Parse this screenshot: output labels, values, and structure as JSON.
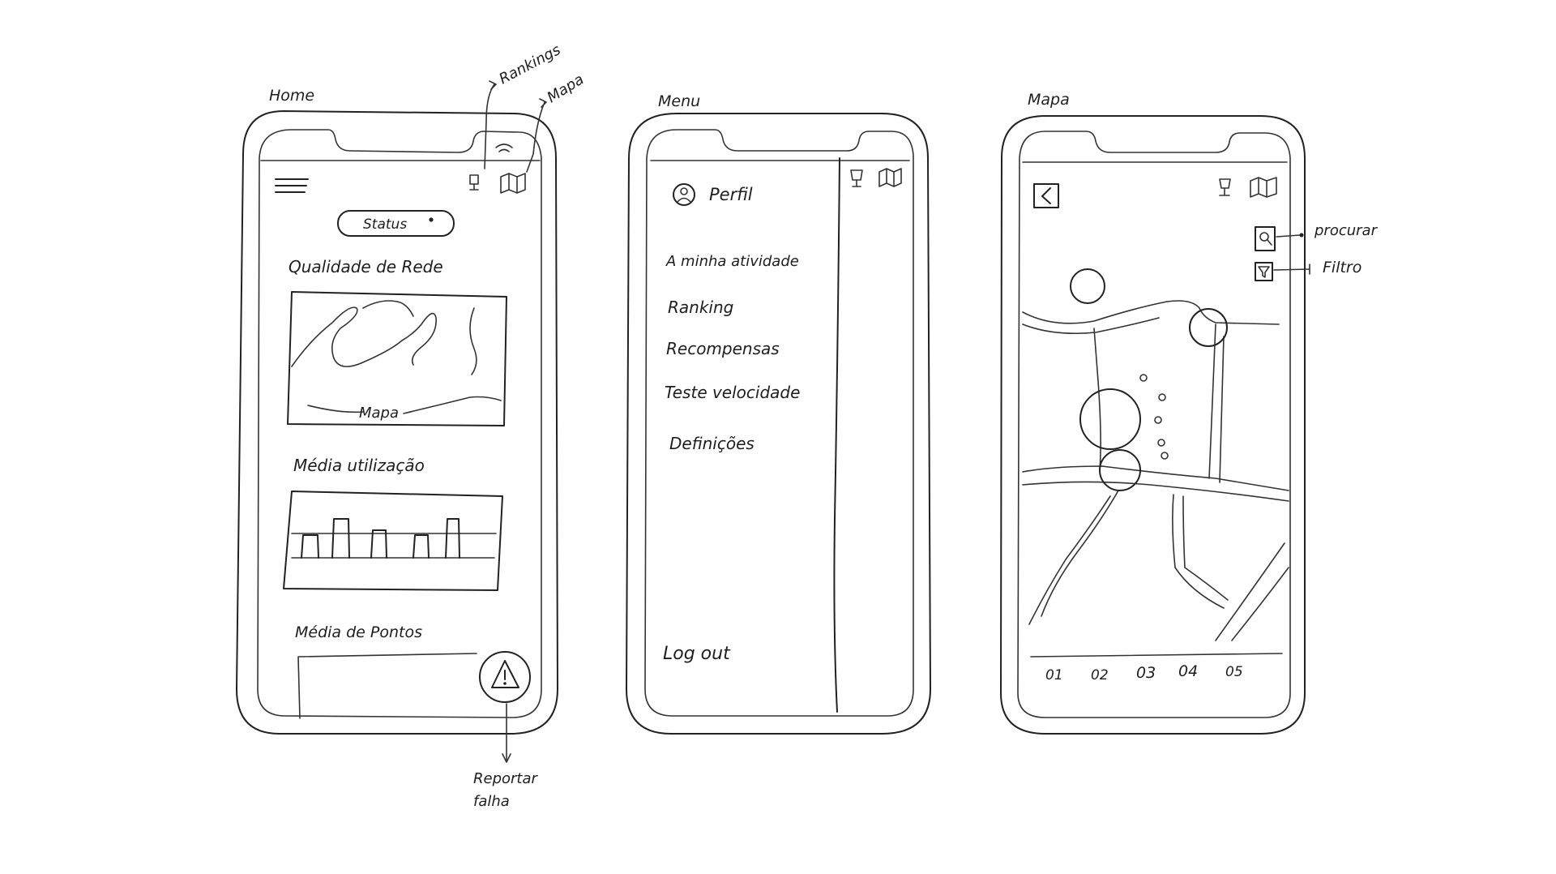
{
  "screens": {
    "home": {
      "title": "Home",
      "status_label": "Status",
      "section_network_quality": "Qualidade de Rede",
      "map_label": "Mapa",
      "section_usage": "Média utilização",
      "section_points": "Média de Pontos"
    },
    "menu": {
      "title": "Menu",
      "profile_label": "Perfil",
      "items": [
        "A minha atividade",
        "Ranking",
        "Recompensas",
        "Teste velocidade",
        "Definições"
      ],
      "logout_label": "Log out"
    },
    "map": {
      "title": "Mapa",
      "timeline": [
        "01",
        "02",
        "03",
        "04",
        "05"
      ]
    }
  },
  "annotations": {
    "rankings": "Rankings",
    "mapa": "Mapa",
    "reportar_line1": "Reportar",
    "reportar_line2": "falha",
    "procurar": "procurar",
    "filtro": "Filtro"
  }
}
